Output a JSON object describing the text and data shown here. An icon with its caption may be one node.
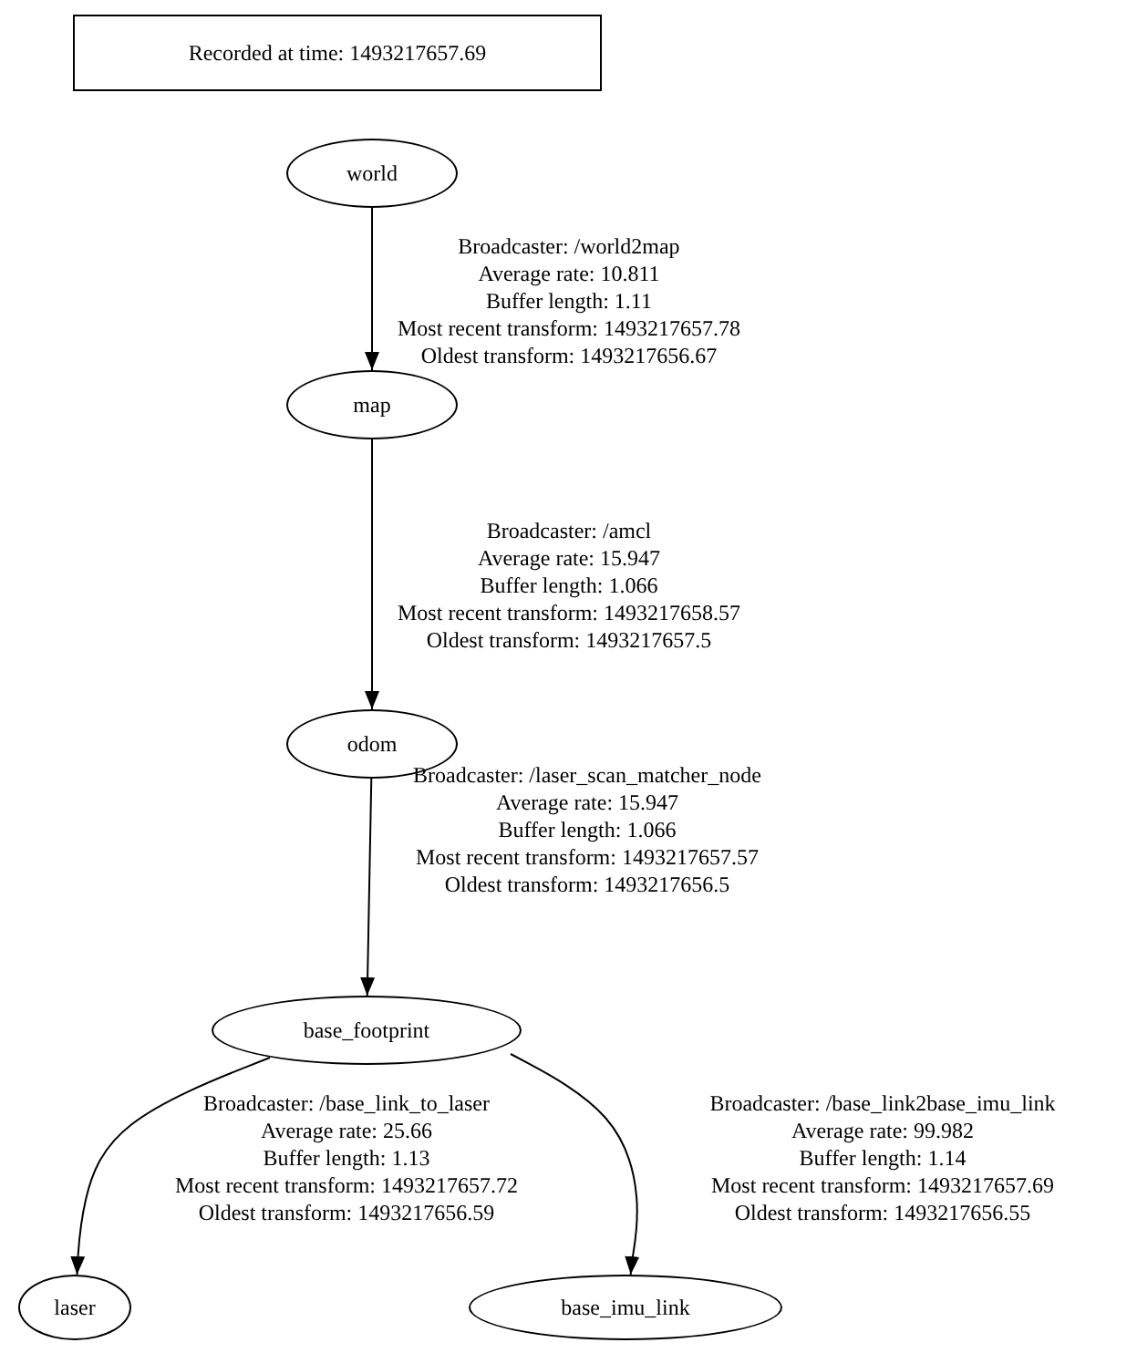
{
  "diagram": {
    "nodes": [
      {
        "text": [
          "Recorded at time: 1493217657.69"
        ]
      },
      {
        "text": [
          "world"
        ]
      },
      {
        "text": [
          "map"
        ]
      },
      {
        "text": [
          "odom"
        ]
      },
      {
        "text": [
          "base_footprint"
        ]
      },
      {
        "text": [
          "laser"
        ]
      },
      {
        "text": [
          "base_imu_link"
        ]
      }
    ],
    "edges": [
      {
        "from": 1,
        "to": 2,
        "arrow": "to",
        "label": "Broadcaster: /world2map Average rate: 10.811 Buffer length: 1.11 Most recent transform: 1493217657.78 Oldest transform: 1493217656.67"
      },
      {
        "from": 2,
        "to": 3,
        "arrow": "to",
        "label": "Broadcaster: /amcl Average rate: 15.947 Buffer length: 1.066 Most recent transform: 1493217658.57 Oldest transform: 1493217657.5"
      },
      {
        "from": 3,
        "to": 4,
        "arrow": "to",
        "label": "Broadcaster: /laser_scan_matcher_node Average rate: 15.947 Buffer length: 1.066 Most recent transform: 1493217657.57 Oldest transform: 1493217656.5"
      },
      {
        "from": 4,
        "to": 5,
        "arrow": "to",
        "label": "Broadcaster: /base_link_to_laser Average rate: 25.66 Buffer length: 1.13 Most recent transform: 1493217657.72 Oldest transform: 1493217656.59"
      },
      {
        "from": 4,
        "to": 6,
        "arrow": "to",
        "label": "Broadcaster: /base_link2base_imu_link Average rate: 99.982 Buffer length: 1.14 Most recent transform: 1493217657.69 Oldest transform: 1493217656.55"
      }
    ]
  }
}
